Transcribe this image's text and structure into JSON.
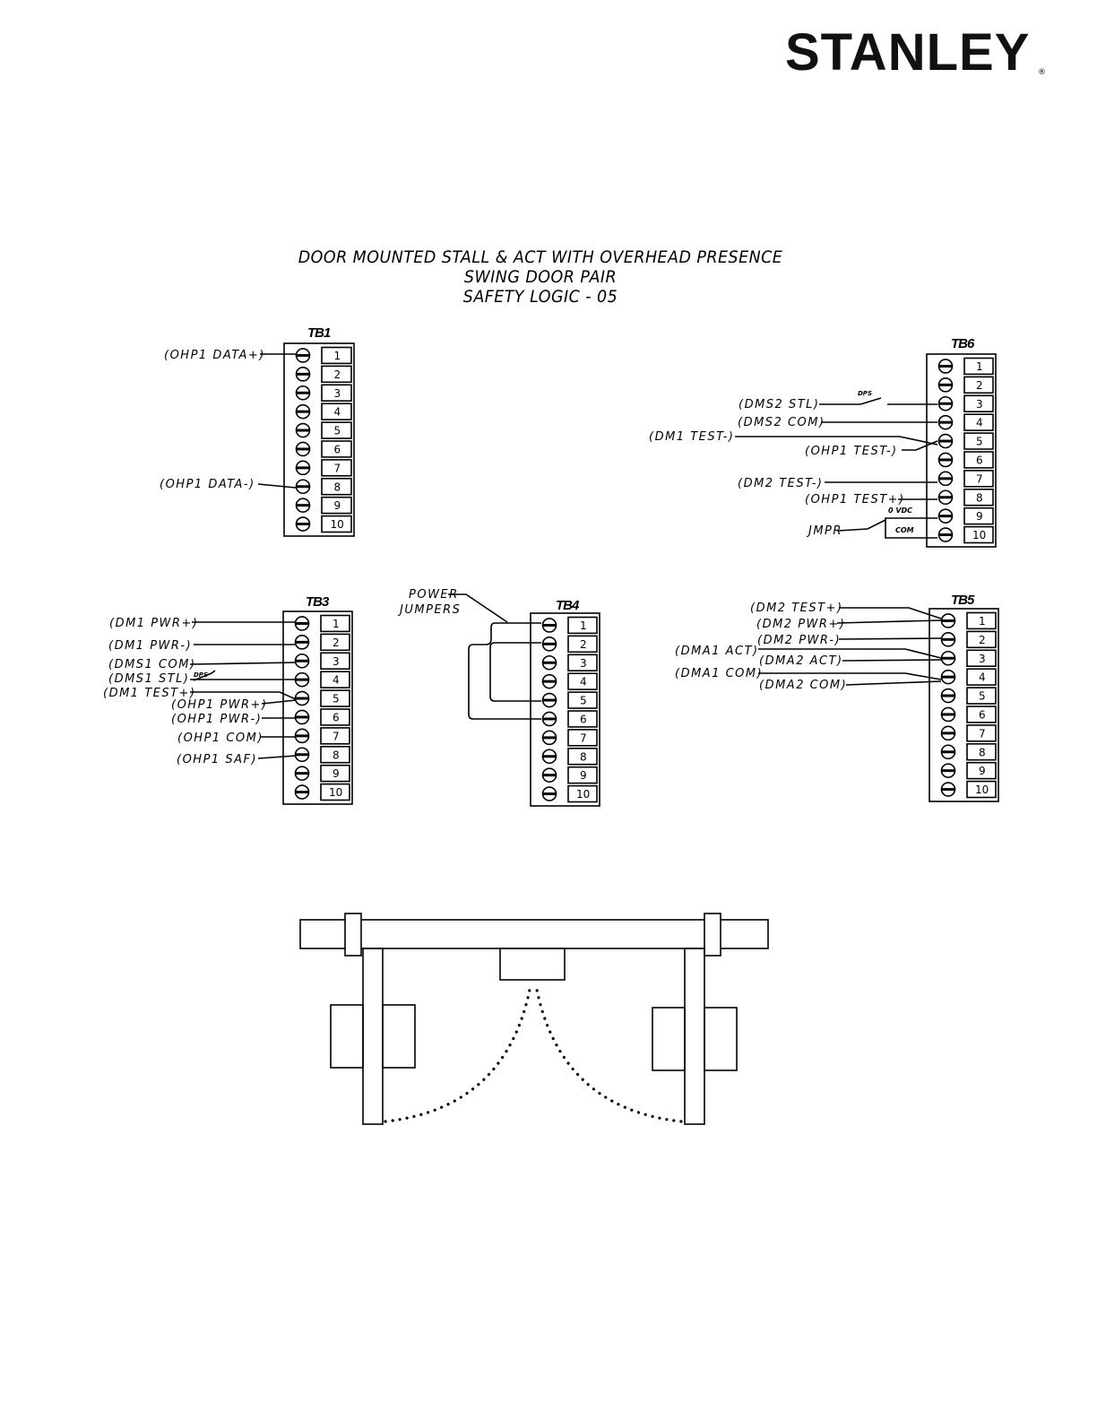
{
  "brand": {
    "name": "STANLEY",
    "registered": "®"
  },
  "title": {
    "line1": "DOOR MOUNTED STALL & ACT WITH OVERHEAD PRESENCE",
    "line2": "SWING DOOR PAIR",
    "line3": "SAFETY LOGIC - 05"
  },
  "terminal_blocks": {
    "tb1": {
      "name": "TB1",
      "pins": [
        "1",
        "2",
        "3",
        "4",
        "5",
        "6",
        "7",
        "8",
        "9",
        "10"
      ],
      "labels": {
        "ohp1_data_plus": "(OHP1 DATA+)",
        "ohp1_data_minus": "(OHP1 DATA-)"
      }
    },
    "tb6": {
      "name": "TB6",
      "pins": [
        "1",
        "2",
        "3",
        "4",
        "5",
        "6",
        "7",
        "8",
        "9",
        "10"
      ],
      "labels": {
        "dms2_stl": "(DMS2 STL)",
        "dms2_com": "(DMS2 COM)",
        "dm1_test_minus": "(DM1 TEST-)",
        "ohp1_test_minus": "(OHP1 TEST-)",
        "dm2_test_minus": "(DM2 TEST-)",
        "ohp1_test_plus": "(OHP1 TEST+)",
        "jmpr": "JMPR",
        "zero_vdc": "0 VDC",
        "com": "COM",
        "dps": "DPS"
      }
    },
    "tb3": {
      "name": "TB3",
      "pins": [
        "1",
        "2",
        "3",
        "4",
        "5",
        "6",
        "7",
        "8",
        "9",
        "10"
      ],
      "labels": {
        "dm1_pwr_plus": "(DM1 PWR+)",
        "dm1_pwr_minus": "(DM1 PWR-)",
        "dms1_com": "(DMS1 COM)",
        "dms1_stl": "(DMS1 STL)",
        "dm1_test_plus": "(DM1 TEST+)",
        "ohp1_pwr_plus": "(OHP1 PWR+)",
        "ohp1_pwr_minus": "(OHP1 PWR-)",
        "ohp1_com": "(OHP1 COM)",
        "ohp1_saf": "(OHP1 SAF)",
        "dps": "DPS"
      }
    },
    "tb4": {
      "name": "TB4",
      "pins": [
        "1",
        "2",
        "3",
        "4",
        "5",
        "6",
        "7",
        "8",
        "9",
        "10"
      ],
      "labels": {
        "power": "POWER",
        "jumpers": "JUMPERS"
      }
    },
    "tb5": {
      "name": "TB5",
      "pins": [
        "1",
        "2",
        "3",
        "4",
        "5",
        "6",
        "7",
        "8",
        "9",
        "10"
      ],
      "labels": {
        "dm2_test_plus": "(DM2 TEST+)",
        "dm2_pwr_plus": "(DM2 PWR+)",
        "dm2_pwr_minus": "(DM2 PWR-)",
        "dma1_act": "(DMA1 ACT)",
        "dma2_act": "(DMA2 ACT)",
        "dma1_com": "(DMA1 COM)",
        "dma2_com": "(DMA2 COM)"
      }
    }
  }
}
